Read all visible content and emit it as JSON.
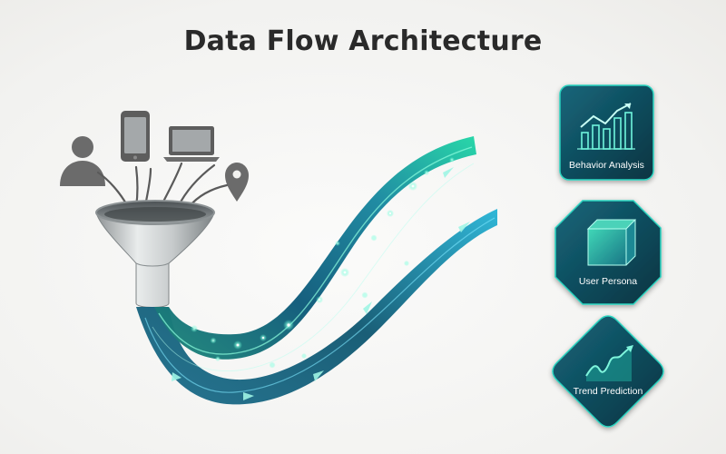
{
  "title": "Data Flow Architecture",
  "sources": [
    {
      "icon": "user-icon"
    },
    {
      "icon": "smartphone-icon"
    },
    {
      "icon": "laptop-icon"
    },
    {
      "icon": "location-pin-icon"
    }
  ],
  "outputs": [
    {
      "label": "Behavior Analysis",
      "icon": "bar-chart-icon"
    },
    {
      "label": "User Persona",
      "icon": "cube-icon"
    },
    {
      "label": "Trend Prediction",
      "icon": "trend-line-icon"
    }
  ],
  "colors": {
    "accent_teal": "#1fd8b0",
    "accent_cyan": "#27b6d8",
    "card_dark": "#0d4656",
    "icon_gray": "#6b6b6b"
  }
}
